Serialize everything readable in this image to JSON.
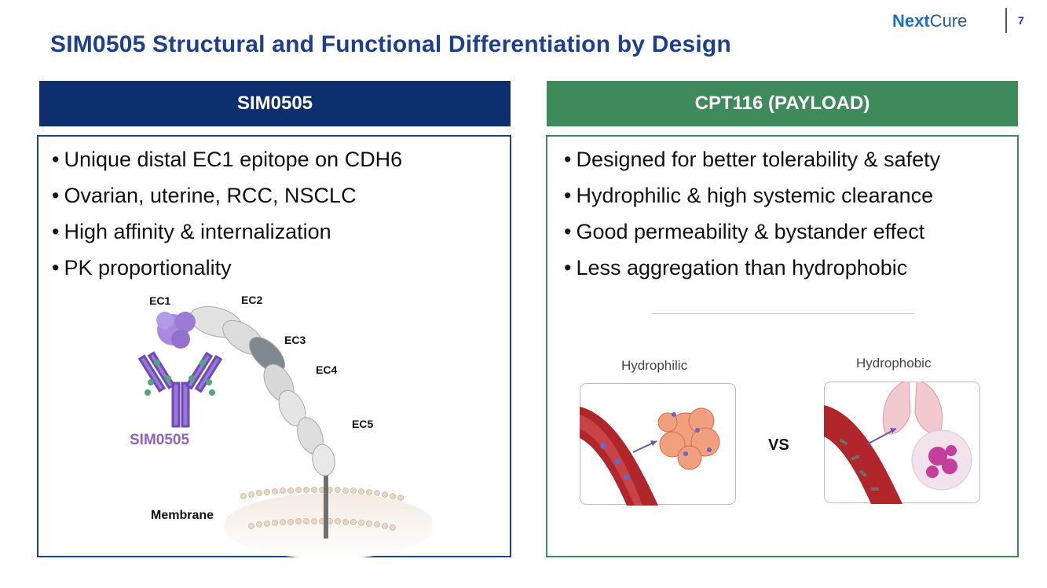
{
  "slide": {
    "title": "SIM0505 Structural and Functional Differentiation by Design",
    "brand": {
      "name_part1": "Next",
      "name_part2": "Cure"
    },
    "page_number": "7"
  },
  "left": {
    "header": "SIM0505",
    "bullets": [
      "Unique distal EC1 epitope on CDH6",
      "Ovarian, uterine, RCC, NSCLC",
      "High affinity & internalization",
      "PK proportionality"
    ],
    "figure": {
      "labels": {
        "ec1": "EC1",
        "ec2": "EC2",
        "ec3": "EC3",
        "ec4": "EC4",
        "ec5": "EC5",
        "antibody": "SIM0505",
        "membrane": "Membrane"
      }
    }
  },
  "right": {
    "header": "CPT116 (PAYLOAD)",
    "bullets": [
      "Designed for better tolerability & safety",
      "Hydrophilic & high systemic clearance",
      "Good permeability & bystander effect",
      "Less aggregation than hydrophobic"
    ],
    "figure": {
      "hydrophilic_label": "Hydrophilic",
      "hydrophobic_label": "Hydrophobic",
      "vs_label": "VS"
    }
  },
  "colors": {
    "navy": "#0e2f6e",
    "green": "#3e8a5a",
    "title_blue": "#1e3f8c",
    "purple": "#8a62c9",
    "blood_red": "#b0262b"
  }
}
